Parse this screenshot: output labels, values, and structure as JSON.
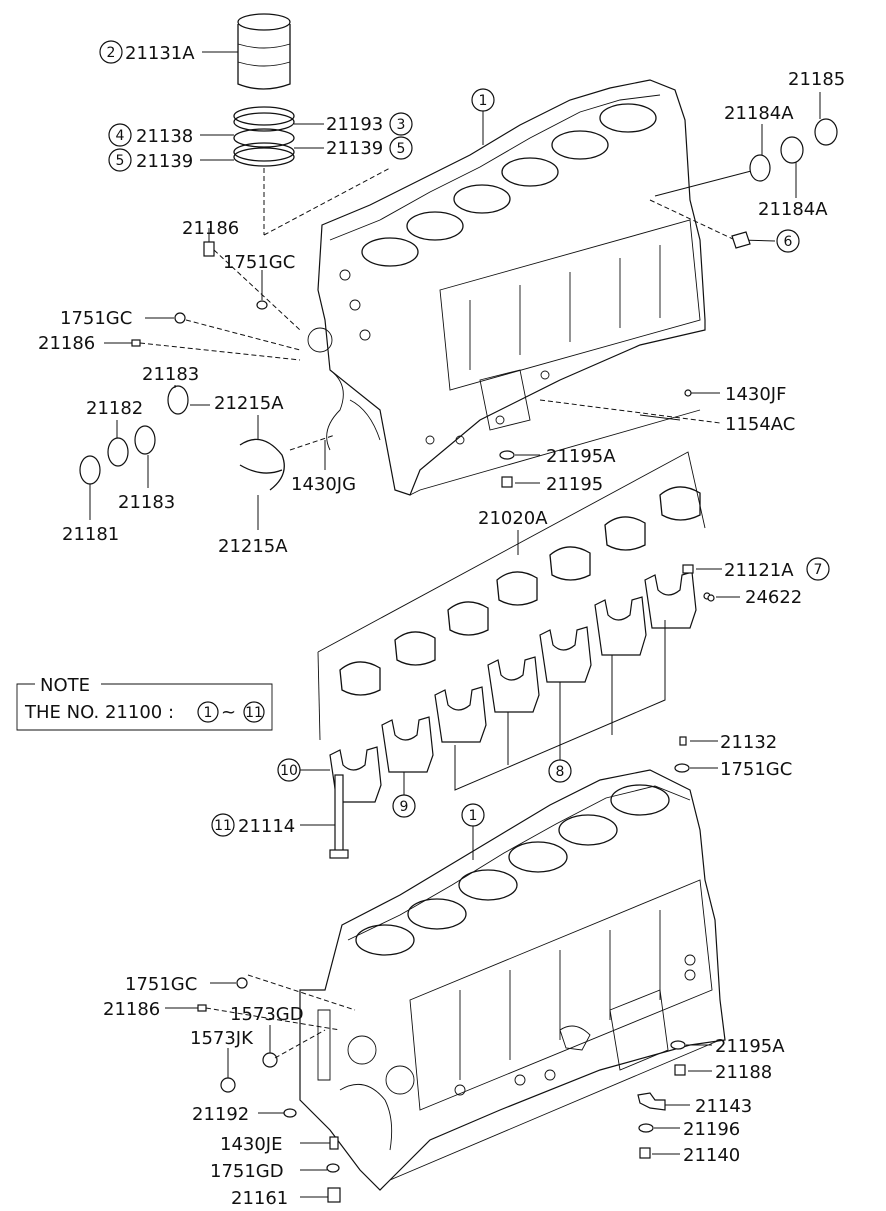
{
  "labels": {
    "l21131A": "21131A",
    "l21138": "21138",
    "l21139a": "21139",
    "l21193": "21193",
    "l21139b": "21139",
    "l21185": "21185",
    "l21184Aa": "21184A",
    "l21184Ab": "21184A",
    "l21186a": "21186",
    "l1751GCa": "1751GC",
    "l1751GCb": "1751GC",
    "l21186b": "21186",
    "l21183a": "21183",
    "l21182": "21182",
    "l21215Aa": "21215A",
    "l21183b": "21183",
    "l21181": "21181",
    "l21215Ab": "21215A",
    "l1430JG": "1430JG",
    "l1430JF": "1430JF",
    "l1154AC": "1154AC",
    "l21195Aa": "21195A",
    "l21195": "21195",
    "l21020A": "21020A",
    "l21121A": "21121A",
    "l24622": "24622",
    "l21132": "21132",
    "l1751GCc": "1751GC",
    "l21114": "21114",
    "l1751GCd": "1751GC",
    "l21186c": "21186",
    "l1573GD": "1573GD",
    "l1573JK": "1573JK",
    "l21192": "21192",
    "l1430JE": "1430JE",
    "l1751GD": "1751GD",
    "l21161": "21161",
    "l21195Ab": "21195A",
    "l21188": "21188",
    "l21143": "21143",
    "l21196": "21196",
    "l21140": "21140"
  },
  "callouts": {
    "c1a": "1",
    "c1b": "1",
    "c2": "2",
    "c3": "3",
    "c4": "4",
    "c5a": "5",
    "c5b": "5",
    "c6": "6",
    "c7": "7",
    "c8": "8",
    "c9": "9",
    "c10": "10",
    "c11": "11"
  },
  "note": {
    "title": "NOTE",
    "text": "THE NO. 21100 :",
    "range_start": "1",
    "tilde": "~",
    "range_end": "11"
  }
}
